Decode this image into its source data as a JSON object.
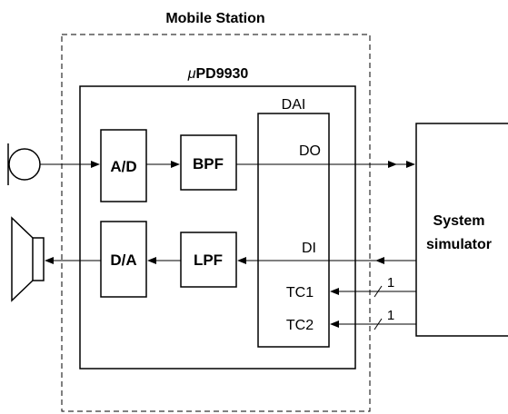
{
  "mobile_station": {
    "title": "Mobile Station"
  },
  "chip": {
    "title_prefix": "μ",
    "title_name": "PD9930"
  },
  "blocks": {
    "ad": "A/D",
    "bpf": "BPF",
    "da": "D/A",
    "lpf": "LPF"
  },
  "dai": {
    "title": "DAI",
    "do": "DO",
    "di": "DI",
    "tc1": "TC1",
    "tc2": "TC2"
  },
  "simulator": {
    "line1": "System",
    "line2": "simulator"
  },
  "signals": {
    "tc1_value": "1",
    "tc2_value": "1"
  }
}
